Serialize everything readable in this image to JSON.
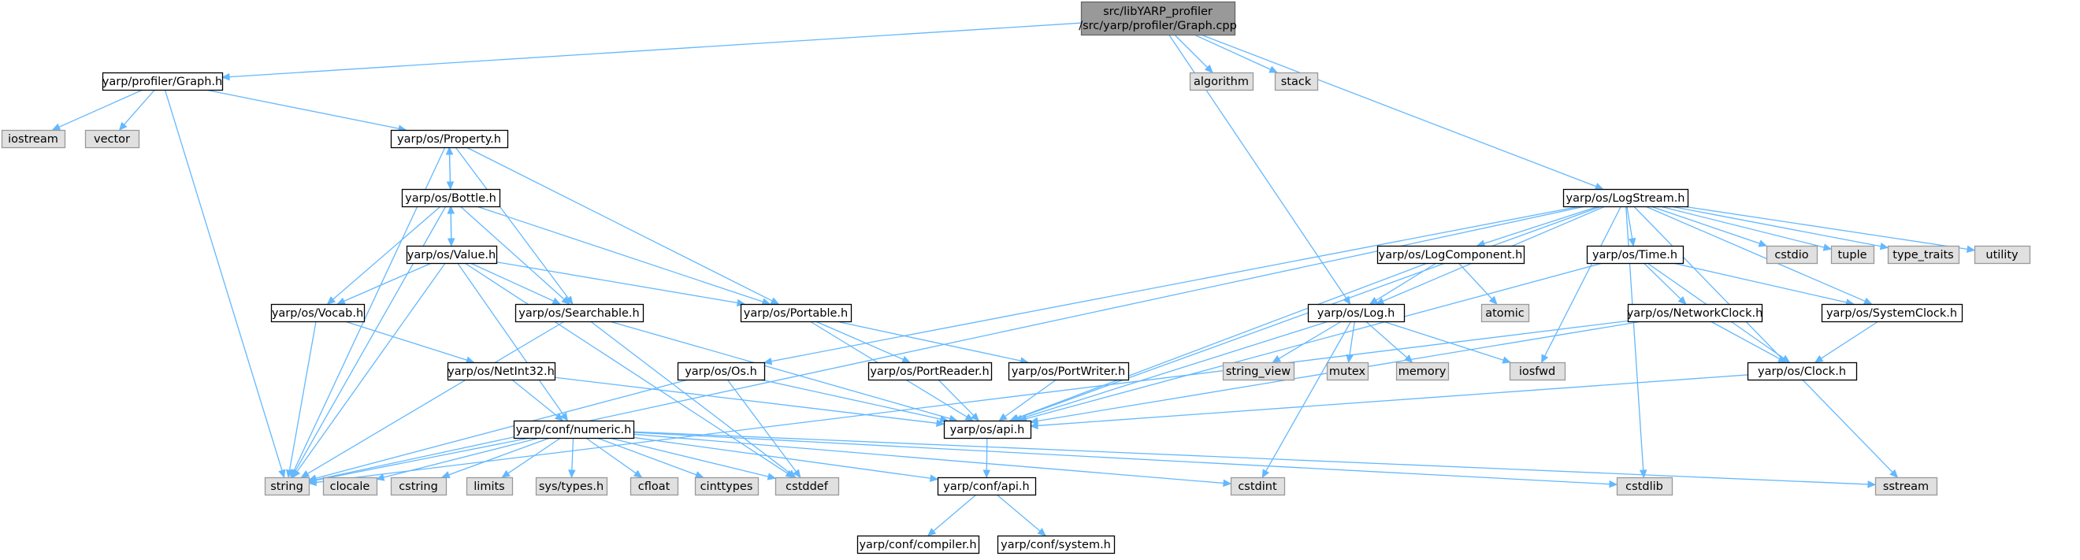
{
  "colors": {
    "root_fill": "#999999",
    "root_stroke": "#666666",
    "header_fill": "#ffffff",
    "header_stroke": "#000000",
    "std_fill": "#e0e0e0",
    "std_stroke": "#999999",
    "edge": "#63b8ff"
  },
  "nodes": [
    {
      "id": "root",
      "kind": "root",
      "lines": [
        "src/libYARP_profiler",
        "/src/yarp/profiler/Graph.cpp"
      ]
    },
    {
      "id": "graph_h",
      "kind": "header",
      "lines": [
        "yarp/profiler/Graph.h"
      ]
    },
    {
      "id": "algorithm",
      "kind": "std",
      "lines": [
        "algorithm"
      ]
    },
    {
      "id": "stack",
      "kind": "std",
      "lines": [
        "stack"
      ]
    },
    {
      "id": "iostream",
      "kind": "std",
      "lines": [
        "iostream"
      ]
    },
    {
      "id": "vector",
      "kind": "std",
      "lines": [
        "vector"
      ]
    },
    {
      "id": "property_h",
      "kind": "header",
      "lines": [
        "yarp/os/Property.h"
      ]
    },
    {
      "id": "bottle_h",
      "kind": "header",
      "lines": [
        "yarp/os/Bottle.h"
      ]
    },
    {
      "id": "value_h",
      "kind": "header",
      "lines": [
        "yarp/os/Value.h"
      ]
    },
    {
      "id": "vocab_h",
      "kind": "header",
      "lines": [
        "yarp/os/Vocab.h"
      ]
    },
    {
      "id": "searchable_h",
      "kind": "header",
      "lines": [
        "yarp/os/Searchable.h"
      ]
    },
    {
      "id": "portable_h",
      "kind": "header",
      "lines": [
        "yarp/os/Portable.h"
      ]
    },
    {
      "id": "netint32_h",
      "kind": "header",
      "lines": [
        "yarp/os/NetInt32.h"
      ]
    },
    {
      "id": "os_h",
      "kind": "header",
      "lines": [
        "yarp/os/Os.h"
      ]
    },
    {
      "id": "portreader_h",
      "kind": "header",
      "lines": [
        "yarp/os/PortReader.h"
      ]
    },
    {
      "id": "portwriter_h",
      "kind": "header",
      "lines": [
        "yarp/os/PortWriter.h"
      ]
    },
    {
      "id": "numeric_h",
      "kind": "header",
      "lines": [
        "yarp/conf/numeric.h"
      ]
    },
    {
      "id": "os_api_h",
      "kind": "header",
      "lines": [
        "yarp/os/api.h"
      ]
    },
    {
      "id": "conf_api_h",
      "kind": "header",
      "lines": [
        "yarp/conf/api.h"
      ]
    },
    {
      "id": "compiler_h",
      "kind": "header",
      "lines": [
        "yarp/conf/compiler.h"
      ]
    },
    {
      "id": "system_h",
      "kind": "header",
      "lines": [
        "yarp/conf/system.h"
      ]
    },
    {
      "id": "logstream_h",
      "kind": "header",
      "lines": [
        "yarp/os/LogStream.h"
      ]
    },
    {
      "id": "logcomponent_h",
      "kind": "header",
      "lines": [
        "yarp/os/LogComponent.h"
      ]
    },
    {
      "id": "log_h",
      "kind": "header",
      "lines": [
        "yarp/os/Log.h"
      ]
    },
    {
      "id": "time_h",
      "kind": "header",
      "lines": [
        "yarp/os/Time.h"
      ]
    },
    {
      "id": "networkclock_h",
      "kind": "header",
      "lines": [
        "yarp/os/NetworkClock.h"
      ]
    },
    {
      "id": "systemclock_h",
      "kind": "header",
      "lines": [
        "yarp/os/SystemClock.h"
      ]
    },
    {
      "id": "clock_h",
      "kind": "header",
      "lines": [
        "yarp/os/Clock.h"
      ]
    },
    {
      "id": "atomic",
      "kind": "std",
      "lines": [
        "atomic"
      ]
    },
    {
      "id": "string_view",
      "kind": "std",
      "lines": [
        "string_view"
      ]
    },
    {
      "id": "mutex",
      "kind": "std",
      "lines": [
        "mutex"
      ]
    },
    {
      "id": "memory",
      "kind": "std",
      "lines": [
        "memory"
      ]
    },
    {
      "id": "iosfwd",
      "kind": "std",
      "lines": [
        "iosfwd"
      ]
    },
    {
      "id": "cstdio",
      "kind": "std",
      "lines": [
        "cstdio"
      ]
    },
    {
      "id": "tuple",
      "kind": "std",
      "lines": [
        "tuple"
      ]
    },
    {
      "id": "type_traits",
      "kind": "std",
      "lines": [
        "type_traits"
      ]
    },
    {
      "id": "utility",
      "kind": "std",
      "lines": [
        "utility"
      ]
    },
    {
      "id": "string",
      "kind": "std",
      "lines": [
        "string"
      ]
    },
    {
      "id": "clocale",
      "kind": "std",
      "lines": [
        "clocale"
      ]
    },
    {
      "id": "cstring",
      "kind": "std",
      "lines": [
        "cstring"
      ]
    },
    {
      "id": "limits",
      "kind": "std",
      "lines": [
        "limits"
      ]
    },
    {
      "id": "sys_types_h",
      "kind": "std",
      "lines": [
        "sys/types.h"
      ]
    },
    {
      "id": "cfloat",
      "kind": "std",
      "lines": [
        "cfloat"
      ]
    },
    {
      "id": "cinttypes",
      "kind": "std",
      "lines": [
        "cinttypes"
      ]
    },
    {
      "id": "cstddef",
      "kind": "std",
      "lines": [
        "cstddef"
      ]
    },
    {
      "id": "cstdint",
      "kind": "std",
      "lines": [
        "cstdint"
      ]
    },
    {
      "id": "cstdlib",
      "kind": "std",
      "lines": [
        "cstdlib"
      ]
    },
    {
      "id": "sstream",
      "kind": "std",
      "lines": [
        "sstream"
      ]
    }
  ],
  "edges": [
    [
      "root",
      "graph_h"
    ],
    [
      "root",
      "algorithm"
    ],
    [
      "root",
      "stack"
    ],
    [
      "root",
      "log_h"
    ],
    [
      "root",
      "logstream_h"
    ],
    [
      "graph_h",
      "iostream"
    ],
    [
      "graph_h",
      "vector"
    ],
    [
      "graph_h",
      "property_h"
    ],
    [
      "graph_h",
      "string"
    ],
    [
      "property_h",
      "bottle_h"
    ],
    [
      "property_h",
      "searchable_h"
    ],
    [
      "property_h",
      "portable_h"
    ],
    [
      "property_h",
      "string"
    ],
    [
      "bottle_h",
      "property_h"
    ],
    [
      "bottle_h",
      "value_h"
    ],
    [
      "bottle_h",
      "vocab_h"
    ],
    [
      "bottle_h",
      "searchable_h"
    ],
    [
      "bottle_h",
      "portable_h"
    ],
    [
      "bottle_h",
      "string"
    ],
    [
      "value_h",
      "bottle_h"
    ],
    [
      "value_h",
      "vocab_h"
    ],
    [
      "value_h",
      "searchable_h"
    ],
    [
      "value_h",
      "portable_h"
    ],
    [
      "value_h",
      "numeric_h"
    ],
    [
      "value_h",
      "string"
    ],
    [
      "value_h",
      "cstddef"
    ],
    [
      "vocab_h",
      "netint32_h"
    ],
    [
      "vocab_h",
      "string"
    ],
    [
      "searchable_h",
      "os_api_h"
    ],
    [
      "searchable_h",
      "string"
    ],
    [
      "searchable_h",
      "cstddef"
    ],
    [
      "portable_h",
      "portreader_h"
    ],
    [
      "portable_h",
      "portwriter_h"
    ],
    [
      "portable_h",
      "os_api_h"
    ],
    [
      "netint32_h",
      "numeric_h"
    ],
    [
      "netint32_h",
      "os_api_h"
    ],
    [
      "os_h",
      "os_api_h"
    ],
    [
      "os_h",
      "string"
    ],
    [
      "os_h",
      "cstddef"
    ],
    [
      "portreader_h",
      "os_api_h"
    ],
    [
      "portwriter_h",
      "os_api_h"
    ],
    [
      "numeric_h",
      "conf_api_h"
    ],
    [
      "numeric_h",
      "string"
    ],
    [
      "numeric_h",
      "clocale"
    ],
    [
      "numeric_h",
      "cstring"
    ],
    [
      "numeric_h",
      "limits"
    ],
    [
      "numeric_h",
      "sys_types_h"
    ],
    [
      "numeric_h",
      "cfloat"
    ],
    [
      "numeric_h",
      "cinttypes"
    ],
    [
      "numeric_h",
      "cstddef"
    ],
    [
      "numeric_h",
      "cstdint"
    ],
    [
      "numeric_h",
      "cstdlib"
    ],
    [
      "numeric_h",
      "sstream"
    ],
    [
      "os_api_h",
      "conf_api_h"
    ],
    [
      "conf_api_h",
      "compiler_h"
    ],
    [
      "conf_api_h",
      "system_h"
    ],
    [
      "logstream_h",
      "logcomponent_h"
    ],
    [
      "logstream_h",
      "log_h"
    ],
    [
      "logstream_h",
      "time_h"
    ],
    [
      "logstream_h",
      "os_h"
    ],
    [
      "logstream_h",
      "os_api_h"
    ],
    [
      "logstream_h",
      "systemclock_h"
    ],
    [
      "logstream_h",
      "iosfwd"
    ],
    [
      "logstream_h",
      "cstdio"
    ],
    [
      "logstream_h",
      "tuple"
    ],
    [
      "logstream_h",
      "type_traits"
    ],
    [
      "logstream_h",
      "utility"
    ],
    [
      "logstream_h",
      "string"
    ],
    [
      "logstream_h",
      "sstream"
    ],
    [
      "logstream_h",
      "cstdlib"
    ],
    [
      "logcomponent_h",
      "log_h"
    ],
    [
      "logcomponent_h",
      "atomic"
    ],
    [
      "logcomponent_h",
      "os_api_h"
    ],
    [
      "log_h",
      "os_api_h"
    ],
    [
      "log_h",
      "string_view"
    ],
    [
      "log_h",
      "mutex"
    ],
    [
      "log_h",
      "memory"
    ],
    [
      "log_h",
      "iosfwd"
    ],
    [
      "log_h",
      "cstdint"
    ],
    [
      "time_h",
      "networkclock_h"
    ],
    [
      "time_h",
      "systemclock_h"
    ],
    [
      "time_h",
      "clock_h"
    ],
    [
      "time_h",
      "os_api_h"
    ],
    [
      "networkclock_h",
      "clock_h"
    ],
    [
      "networkclock_h",
      "os_api_h"
    ],
    [
      "networkclock_h",
      "string"
    ],
    [
      "systemclock_h",
      "clock_h"
    ],
    [
      "clock_h",
      "os_api_h"
    ]
  ]
}
